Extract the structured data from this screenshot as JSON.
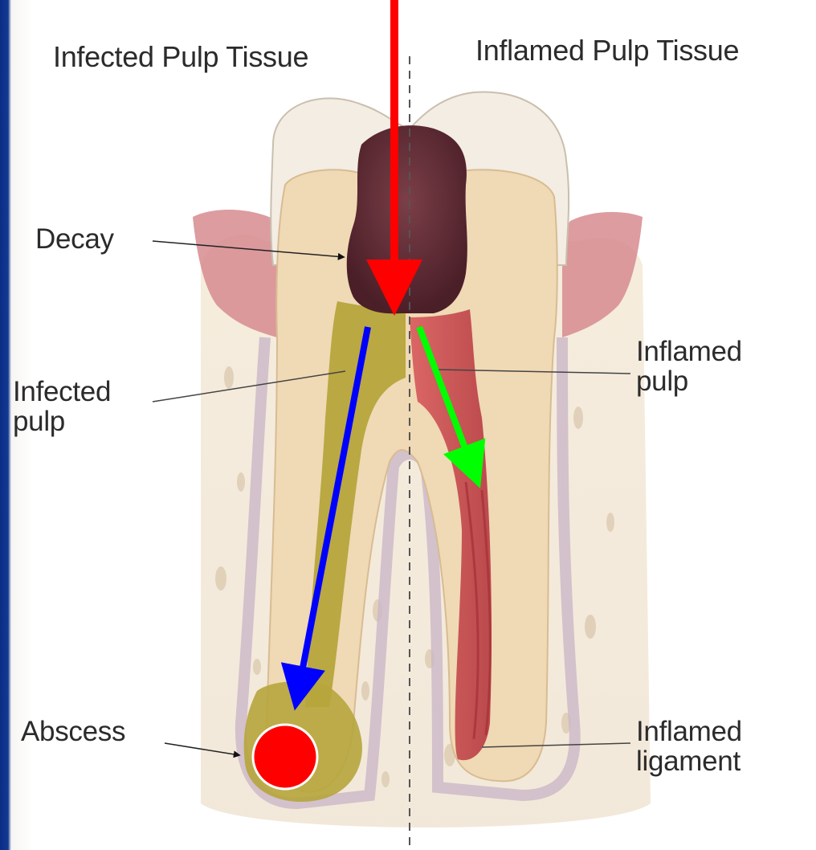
{
  "titles": {
    "left": "Infected Pulp Tissue",
    "right": "Inflamed Pulp Tissue"
  },
  "labels": {
    "decay": "Decay",
    "infected_pulp": "Infected\npulp",
    "inflamed_pulp": "Inflamed\npulp",
    "abscess": "Abscess",
    "inflamed_ligament": "Inflamed\nligament"
  },
  "colors": {
    "arrow_red": "#ff0000",
    "arrow_blue": "#0000ff",
    "arrow_green": "#00ff00",
    "abscess_dot": "#ff0000",
    "decay": "#5b2a33",
    "infected_pulp": "#b6a53c",
    "inflamed_pulp": "#c8464c",
    "enamel": "#f3ede4",
    "dentin": "#f0d9b5",
    "gum": "#d68b8f",
    "bone": "#efe3d2"
  }
}
